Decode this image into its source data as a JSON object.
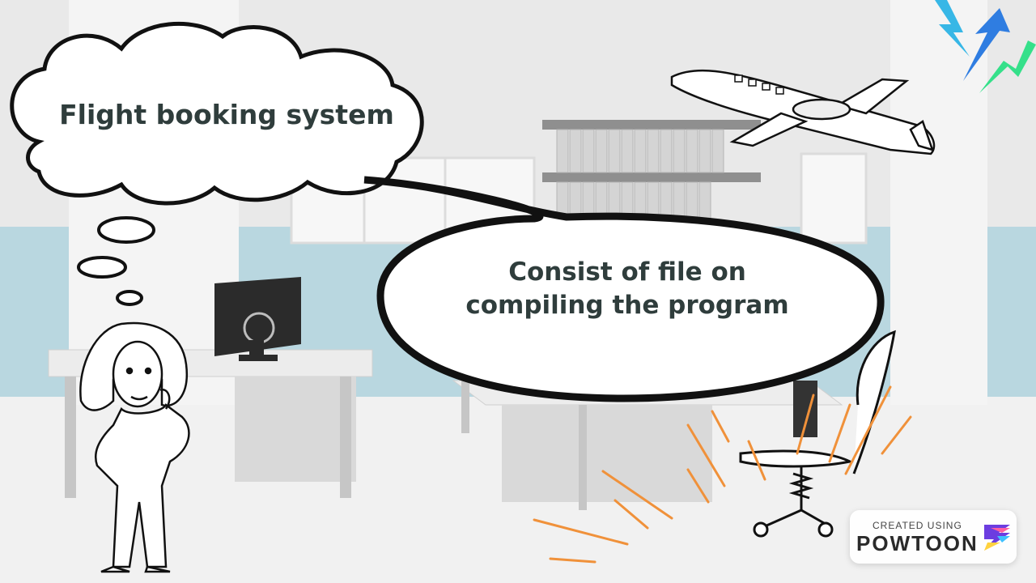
{
  "thought_bubble": {
    "text": "Flight booking system"
  },
  "speech_bubble": {
    "text": "Consist of file on compiling the program"
  },
  "watermark": {
    "top_label": "CREATED USING",
    "brand": "POWTOON"
  },
  "colors": {
    "background": "#f2f2f2",
    "wall_stripe": "#b9d7e0",
    "bubble_fill": "#ffffff",
    "bubble_outline": "#111111",
    "text": "#2f3d3c",
    "accent_orange": "#f0913a"
  }
}
